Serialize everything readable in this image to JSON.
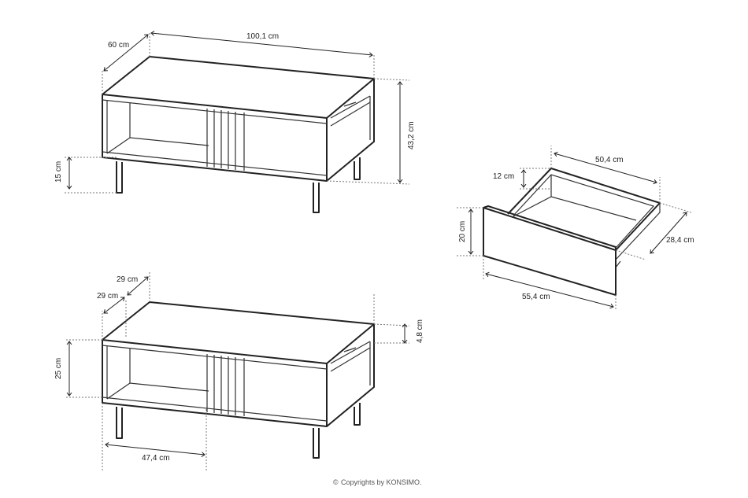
{
  "top_view": {
    "depth": "60 cm",
    "width": "100,1 cm",
    "height": "43,2 cm",
    "leg_height": "15 cm"
  },
  "bottom_view": {
    "depth_a": "29 cm",
    "depth_b": "29 cm",
    "top_thickness": "4,8 cm",
    "shelf_height": "25 cm",
    "compartment_width": "47,4 cm"
  },
  "drawer": {
    "inner_width": "50,4 cm",
    "inner_height": "12 cm",
    "front_height": "20 cm",
    "depth": "28,4 cm",
    "front_width": "55,4 cm"
  },
  "copyright": "Copyrights by KONSIMO.",
  "copyright_symbol": "©"
}
